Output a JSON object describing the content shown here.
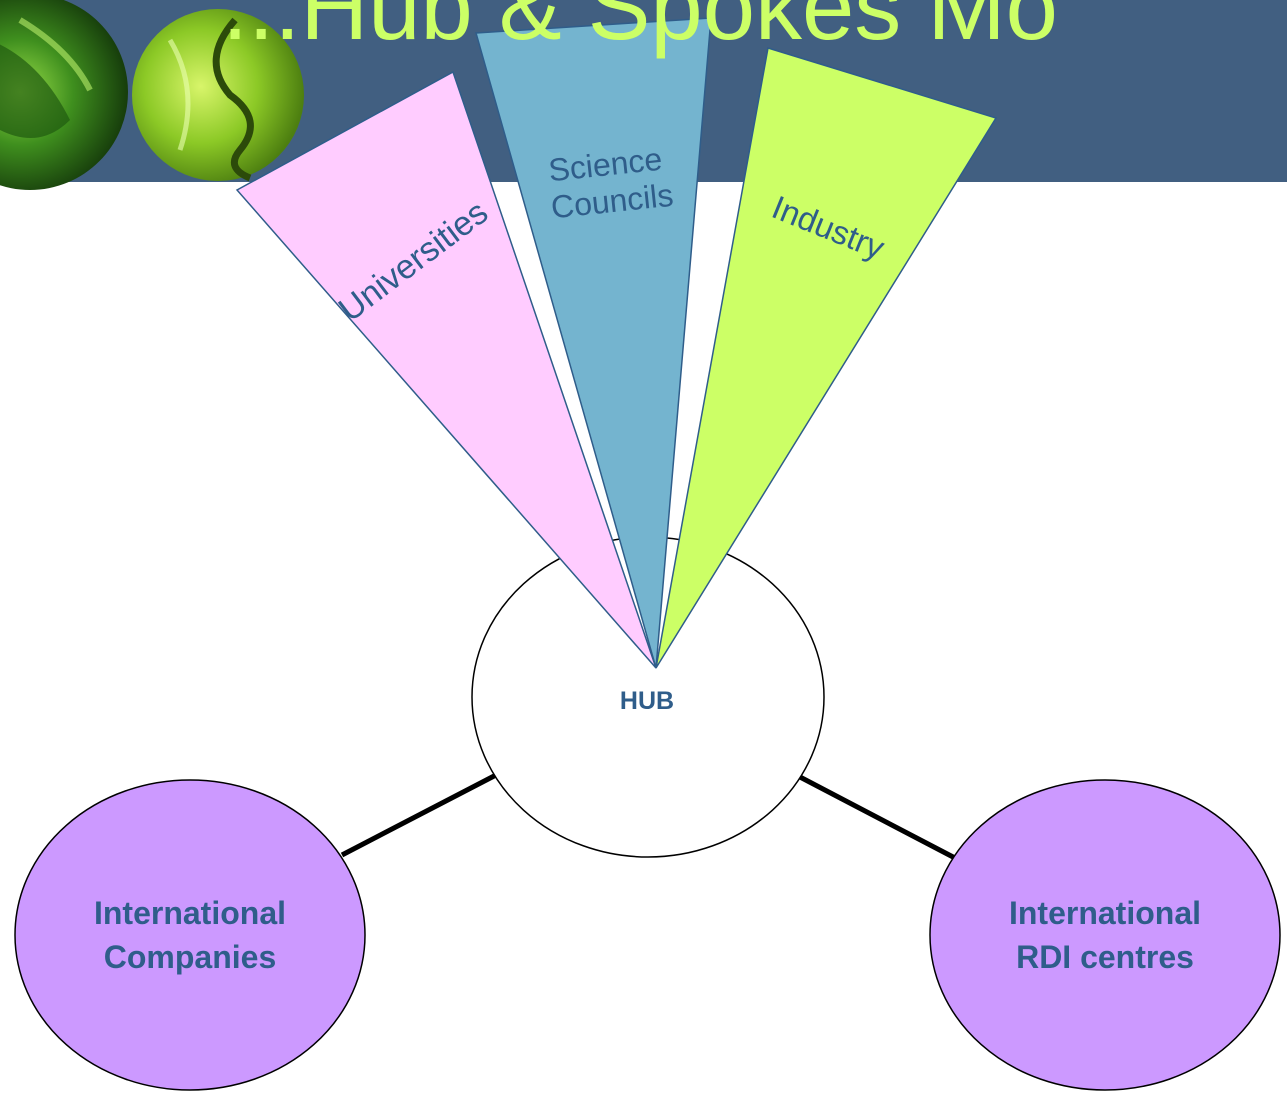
{
  "slide": {
    "title": "...Hub & Spokes Mo"
  },
  "spokes": [
    {
      "label": "Universities",
      "color": "#ffccff"
    },
    {
      "label_line1": "Science",
      "label_line2": "Councils",
      "color": "#74b4cf"
    },
    {
      "label": "Industry",
      "color": "#ccff66"
    }
  ],
  "hub": {
    "label": "HUB"
  },
  "nodes": [
    {
      "line1": "International",
      "line2": "Companies",
      "color": "#cc99ff"
    },
    {
      "line1": "International",
      "line2": "RDI centres",
      "color": "#cc99ff"
    }
  ],
  "colors": {
    "header_band": "#415f81",
    "title_text": "#ccff66",
    "label_text": "#2f5d8a"
  }
}
